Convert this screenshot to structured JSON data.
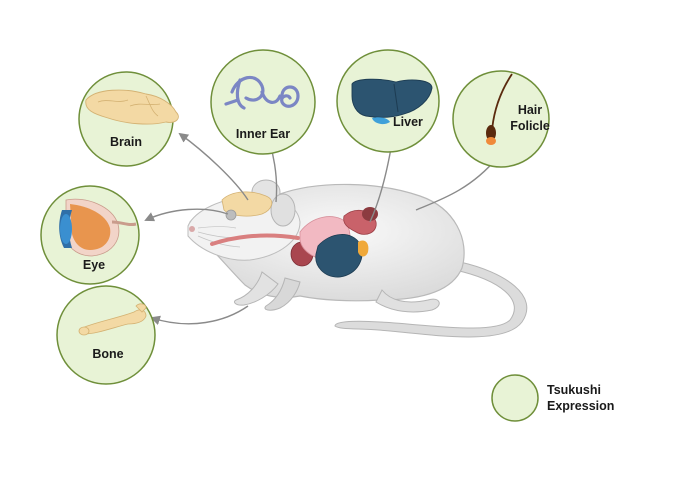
{
  "organs": {
    "brain": {
      "label": "Brain"
    },
    "inner_ear": {
      "label": "Inner Ear"
    },
    "liver": {
      "label": "Liver"
    },
    "hair_follicle": {
      "label_line1": "Hair",
      "label_line2": "Folicle"
    },
    "eye": {
      "label": "Eye"
    },
    "bone": {
      "label": "Bone"
    }
  },
  "legend": {
    "line1": "Tsukushi",
    "line2": "Expression"
  },
  "colors": {
    "circle_fill": "#e8f3d6",
    "circle_stroke": "#6f8f3a",
    "arrow": "#8a8a8a",
    "mouse_body": "#ececec",
    "liver": "#2c5470"
  }
}
